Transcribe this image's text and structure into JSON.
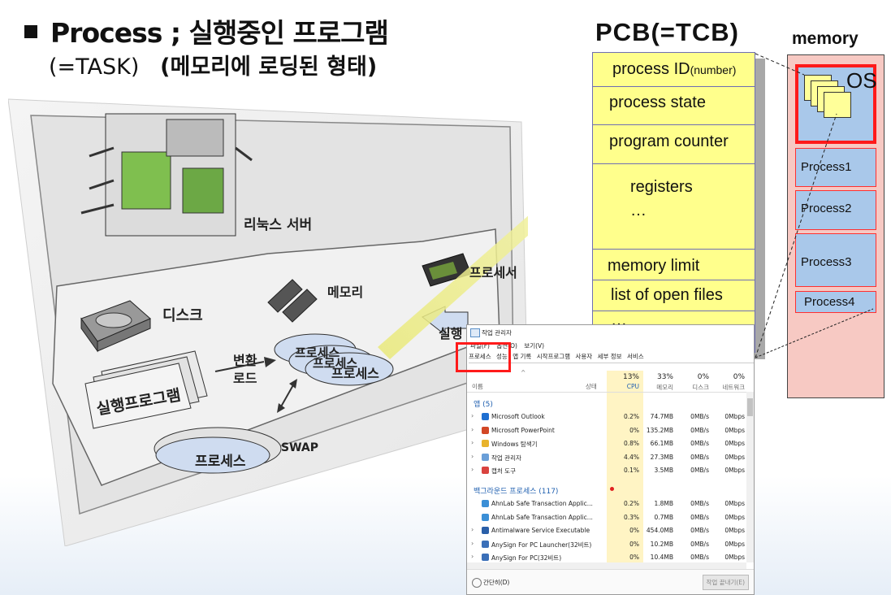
{
  "title": {
    "line1": "Process ; 실행중인 프로그램",
    "line2_prefix": "(=TASK)",
    "line2_bold": "(메모리에 로딩된 형태)"
  },
  "sketch": {
    "server_label": "리눅스 서버",
    "cpu_label": "프로세서",
    "memory_label": "메모리",
    "disk_label": "디스크",
    "convert_label_1": "변환",
    "convert_label_2": "로드",
    "run_label": "실행",
    "program_label": "실행프로그램",
    "process_labels": [
      "프로세스",
      "프로세스",
      "프로세스"
    ],
    "swap_process_label": "프로세스",
    "swap_label": "SWAP"
  },
  "pcb": {
    "title": "PCB(=TCB)",
    "rows": [
      {
        "text": "process ID",
        "small": "(number)"
      },
      {
        "text": "process state"
      },
      {
        "text": "program counter"
      },
      {
        "text": "registers",
        "sub": "…"
      },
      {
        "text": "memory limit"
      },
      {
        "text": "list of open files"
      },
      {
        "text": "…"
      }
    ]
  },
  "memory": {
    "title": "memory",
    "os_label": "OS",
    "processes": [
      "Process1",
      "Process2",
      "Process3",
      "Process4"
    ]
  },
  "task_manager": {
    "window_title": "작업 관리자",
    "menu": [
      "파일(F)",
      "옵션(O)",
      "보기(V)"
    ],
    "tabs": [
      "프로세스",
      "성능",
      "앱 기록",
      "시작프로그램",
      "사용자",
      "세부 정보",
      "서비스"
    ],
    "headers": {
      "name": "이름",
      "status": "상태",
      "cpu_pct": "13%",
      "cpu": "CPU",
      "mem_pct": "33%",
      "mem": "메모리",
      "disk_pct": "0%",
      "disk": "디스크",
      "net_pct": "0%",
      "net": "네트워크"
    },
    "apps_group": "앱 (5)",
    "apps": [
      {
        "name": "Microsoft Outlook",
        "cpu": "0.2%",
        "mem": "74.7MB",
        "disk": "0MB/s",
        "net": "0Mbps",
        "icon_color": "#1f6fd1"
      },
      {
        "name": "Microsoft PowerPoint",
        "cpu": "0%",
        "mem": "135.2MB",
        "disk": "0MB/s",
        "net": "0Mbps",
        "icon_color": "#d24726"
      },
      {
        "name": "Windows 탐색기",
        "cpu": "0.8%",
        "mem": "66.1MB",
        "disk": "0MB/s",
        "net": "0Mbps",
        "icon_color": "#e8b32c"
      },
      {
        "name": "작업 관리자",
        "cpu": "4.4%",
        "mem": "27.3MB",
        "disk": "0MB/s",
        "net": "0Mbps",
        "icon_color": "#6a9fd8"
      },
      {
        "name": "캡처 도구",
        "cpu": "0.1%",
        "mem": "3.5MB",
        "disk": "0MB/s",
        "net": "0Mbps",
        "icon_color": "#d9433f"
      }
    ],
    "bg_group": "백그라운드 프로세스 (117)",
    "background": [
      {
        "name": "AhnLab Safe Transaction Applic...",
        "cpu": "0.2%",
        "mem": "1.8MB",
        "disk": "0MB/s",
        "net": "0Mbps",
        "icon_color": "#3b8fd6"
      },
      {
        "name": "AhnLab Safe Transaction Applic...",
        "cpu": "0.3%",
        "mem": "0.7MB",
        "disk": "0MB/s",
        "net": "0Mbps",
        "icon_color": "#3b8fd6"
      },
      {
        "name": "Antimalware Service Executable",
        "cpu": "0%",
        "mem": "454.0MB",
        "disk": "0MB/s",
        "net": "0Mbps",
        "icon_color": "#2a5fa8"
      },
      {
        "name": "AnySign For PC Launcher(32비트)",
        "cpu": "0%",
        "mem": "10.2MB",
        "disk": "0MB/s",
        "net": "0Mbps",
        "icon_color": "#3a6fb8"
      },
      {
        "name": "AnySign For PC(32비트)",
        "cpu": "0%",
        "mem": "10.4MB",
        "disk": "0MB/s",
        "net": "0Mbps",
        "icon_color": "#3a6fb8"
      }
    ],
    "footer_left": "간단히(D)",
    "footer_button": "작업 끝내기(E)"
  },
  "colors": {
    "pcb_fill": "#ffff8c",
    "memory_fill": "#f7c9c3",
    "process_fill": "#a9c8ea",
    "highlight": "#ff1a1a"
  }
}
